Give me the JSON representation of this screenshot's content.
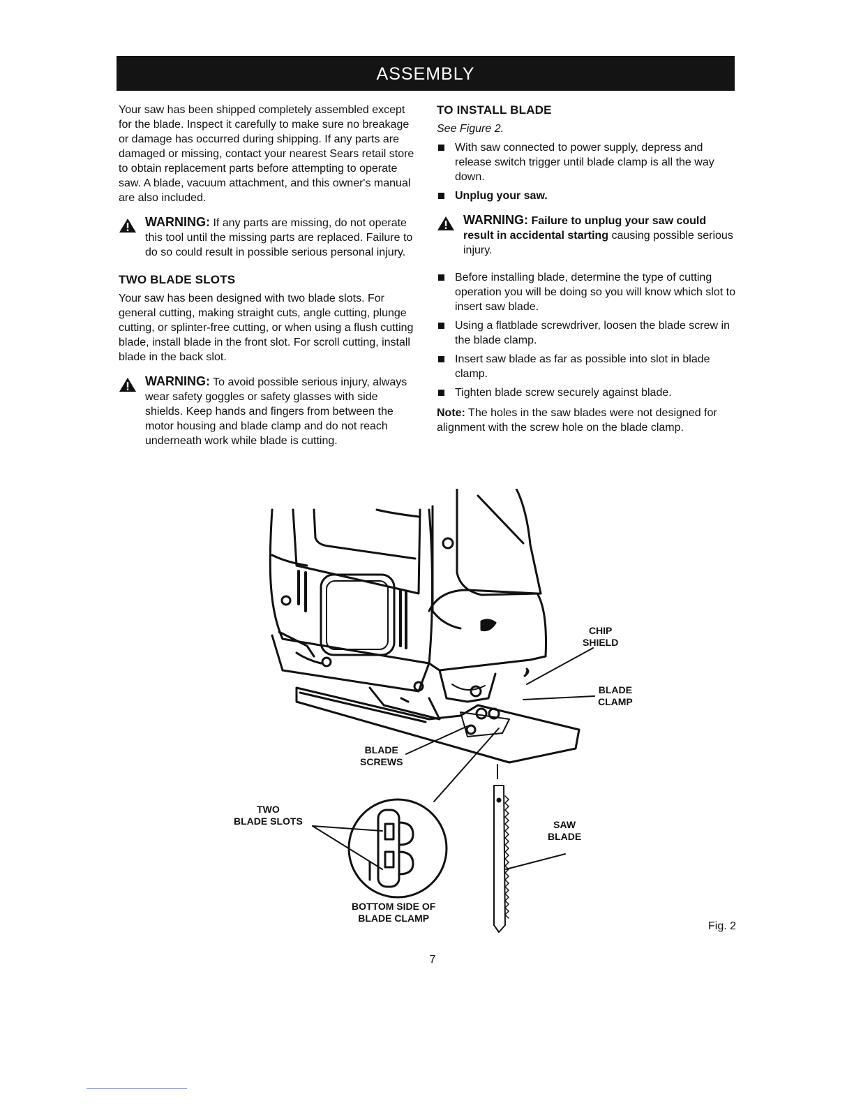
{
  "header": {
    "title": "ASSEMBLY"
  },
  "left": {
    "intro": "Your saw has been shipped completely assembled except for the blade. Inspect it carefully to make sure no breakage or damage has occurred during shipping. If any parts are damaged or missing, contact your nearest Sears retail store to obtain replacement parts before attempting to operate saw. A blade, vacuum attachment, and this owner's manual are also included.",
    "warning1": {
      "keyword": "WARNING:",
      "text": " If any parts are missing, do not operate this tool until the missing parts are replaced. Failure to do so could result in possible serious personal injury."
    },
    "slots_heading": "TWO BLADE SLOTS",
    "slots_text": "Your saw has been designed with two blade slots. For general cutting, making straight cuts, angle cutting, plunge cutting, or splinter-free cutting, or when using a flush cutting blade, install blade in the front slot. For scroll cutting, install blade in the back slot.",
    "warning2": {
      "keyword": "WARNING:",
      "text": " To avoid possible serious injury, always wear safety goggles or safety glasses with side shields. Keep hands and fingers from between the motor housing and blade clamp and do not reach underneath work while blade is cutting."
    }
  },
  "right": {
    "heading": "TO INSTALL BLADE",
    "see": "See Figure 2.",
    "bullets1": [
      "With saw connected to power supply, depress and release switch trigger until blade clamp is all the way down.",
      "Unplug your saw."
    ],
    "warning": {
      "keyword": "WARNING:",
      "bold_text": " Failure to unplug your saw could result in accidental starting",
      "text": " causing possible serious injury."
    },
    "bullets2": [
      "Before installing blade, determine the type of cutting operation you will be doing so you will know which slot to insert saw blade.",
      "Using a flatblade screwdriver, loosen the blade screw in the blade clamp.",
      "Insert saw blade as far as possible into slot in blade clamp.",
      "Tighten blade screw securely against blade."
    ],
    "note": {
      "keyword": "Note:",
      "text": " The holes in the saw blades were not designed for alignment with the screw hole on the blade clamp."
    }
  },
  "figure": {
    "labels": {
      "chip_shield": "CHIP\nSHIELD",
      "blade_clamp": "BLADE\nCLAMP",
      "blade_screws": "BLADE\nSCREWS",
      "two_blade_slots": "TWO\nBLADE SLOTS",
      "saw_blade": "SAW\nBLADE",
      "bottom_side": "BOTTOM SIDE OF\nBLADE CLAMP"
    },
    "fig_number": "Fig. 2"
  },
  "footer": {
    "page_number": "7"
  }
}
